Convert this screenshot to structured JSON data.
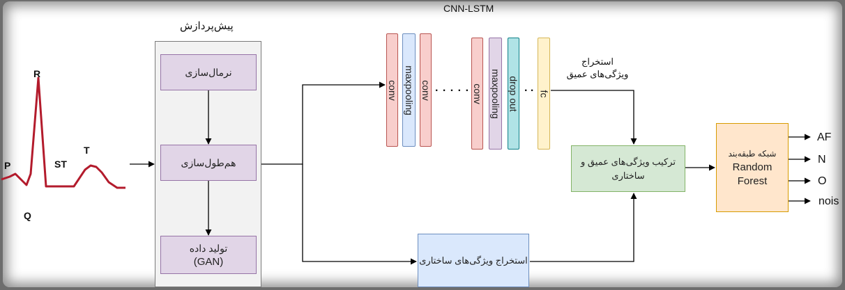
{
  "title": "CNN-LSTM",
  "ecg": {
    "R": "R",
    "P": "P",
    "Q": "Q",
    "ST": "ST",
    "T": "T"
  },
  "preprocessing": {
    "title": "پیش‌پردازش",
    "step1": "نرمال‌سازی",
    "step2": "هم‌طول‌سازی",
    "step3_line1": "تولید داده",
    "step3_line2": "(GAN)"
  },
  "cnn_layers": [
    "conv",
    "maxpooling",
    "conv",
    "conv",
    "maxpooling",
    "drop out",
    "fc"
  ],
  "dots": ". . . . .",
  "dots2": ". .",
  "deep_features": {
    "line1": "استخراج",
    "line2": "ویژگی‌های عمیق"
  },
  "structural": "استخراج ویژگی‌های ساختاری",
  "combine": {
    "line1": "ترکیب ویژگی‌های عمیق و",
    "line2": "ساختاری"
  },
  "classifier": {
    "line1": "شبکه طبقه‌بند",
    "line2": "Random",
    "line3": "Forest"
  },
  "outputs": [
    "AF",
    "N",
    "O",
    "nois"
  ]
}
